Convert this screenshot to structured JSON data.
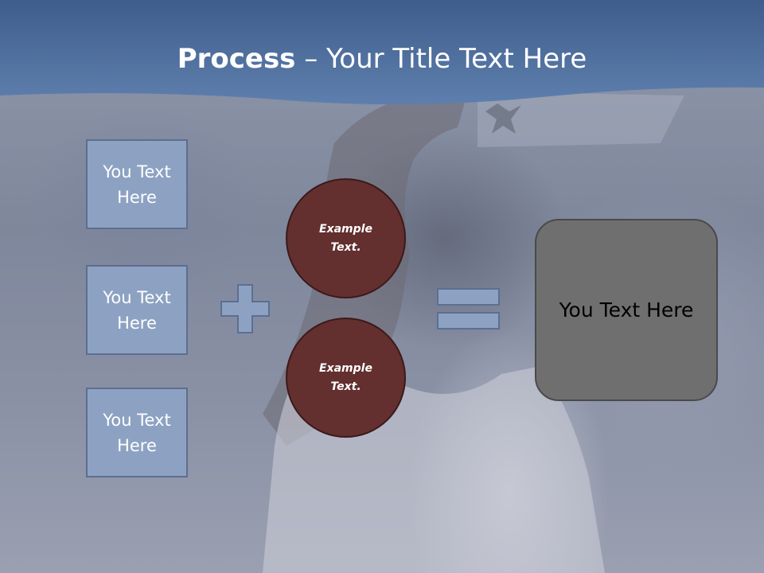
{
  "header": {
    "title_bold": "Process",
    "title_rest": " – Your Title Text Here"
  },
  "left_boxes": [
    {
      "label": "You Text Here"
    },
    {
      "label": "You Text Here"
    },
    {
      "label": "You Text Here"
    }
  ],
  "circles": [
    {
      "label": "Example Text."
    },
    {
      "label": "Example Text."
    }
  ],
  "operators": {
    "plus": "plus-icon",
    "equals": "equals-icon"
  },
  "result": {
    "label": "You Text Here"
  },
  "colors": {
    "header_blue": "#4e6b97",
    "box_fill": "#8da2c2",
    "box_border": "#5c6f90",
    "circle_fill": "#632f2f",
    "result_fill": "#6f6f6f",
    "operator_fill": "#8da2c2"
  }
}
